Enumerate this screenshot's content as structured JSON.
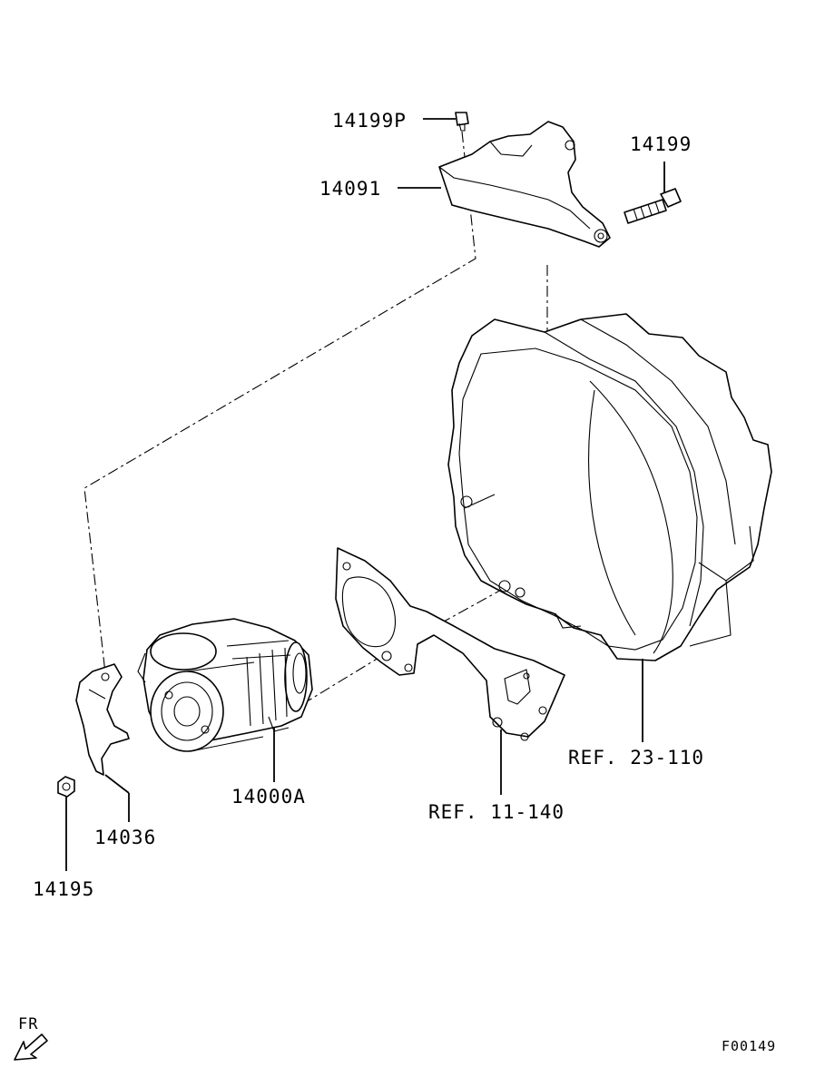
{
  "parts": {
    "bolt_top_label": "14199P",
    "bracket_label": "14091",
    "bolt_right_label": "14199",
    "starter_label": "14000A",
    "plate_label": "14036",
    "nut_label": "14195",
    "gasket_ref_label": "REF. 11-140",
    "housing_ref_label": "REF. 23-110"
  },
  "orientation": {
    "label": "FR",
    "icon": "front-direction-arrow-icon"
  },
  "figure_code": "F00149"
}
